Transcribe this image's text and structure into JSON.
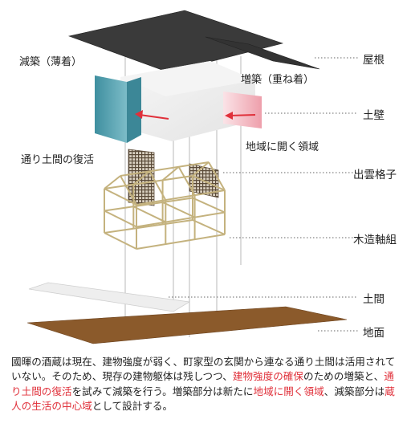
{
  "layers": [
    {
      "label": "屋根"
    },
    {
      "label": "土壁"
    },
    {
      "label": "出雲格子"
    },
    {
      "label": "木造軸組"
    },
    {
      "label": "土間"
    },
    {
      "label": "地面"
    }
  ],
  "annotations": {
    "reduce": "減築（薄着）",
    "extend": "増築（重ね着）",
    "earthen_revival": "通り土間の復活",
    "open_area": "地域に開く領域"
  },
  "caption": {
    "p1": "國暉の酒蔵は現在、建物強度が弱く、町家型の玄関から連なる通り土間は活用されていない。そのため、現存の建物躯体は残しつつ、",
    "h1": "建物強度の確保",
    "p2": "のための増築と、",
    "h2": "通り土間の復活",
    "p3": "を試みて減築を行う。増築部分は新たに",
    "h3": "地域に開く領域",
    "p4": "、減築部分は",
    "h4": "蔵人の生活の中心域",
    "p5": "として設計する。"
  },
  "colors": {
    "accent_red": "#e0303a",
    "roof": "#3d3d3d",
    "wall_blue": "#4f9aa8",
    "wall_pink": "#f2b3bc",
    "ground": "#8a5a2b",
    "timber": "#c9b98a"
  }
}
